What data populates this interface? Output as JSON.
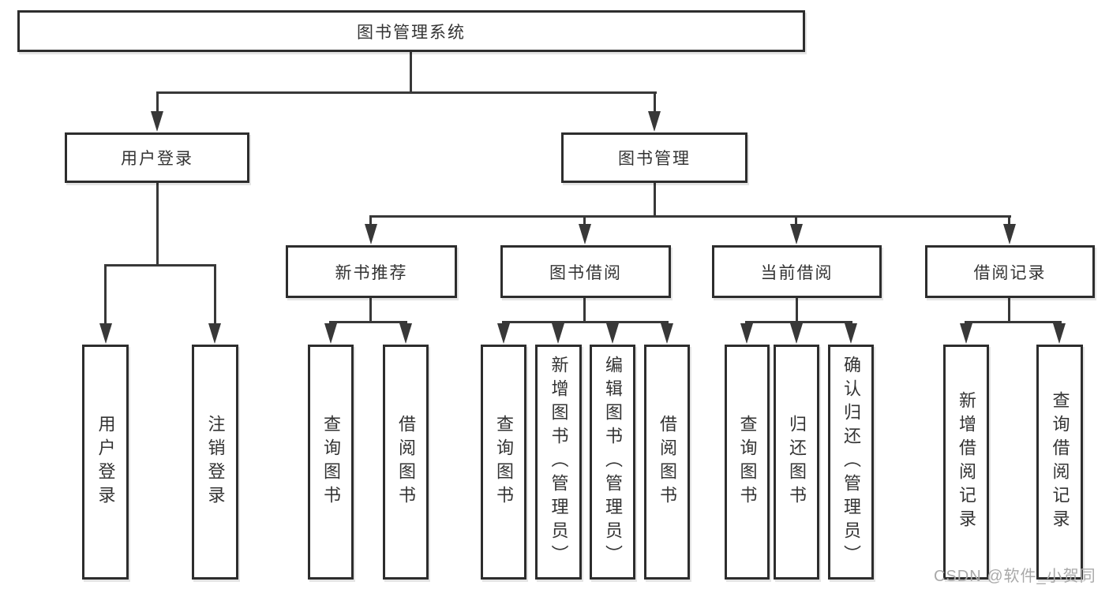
{
  "diagram": {
    "root": {
      "label": "图书管理系统"
    },
    "level2": [
      {
        "label": "用户登录"
      },
      {
        "label": "图书管理"
      }
    ],
    "level3": [
      {
        "label": "新书推荐"
      },
      {
        "label": "图书借阅"
      },
      {
        "label": "当前借阅"
      },
      {
        "label": "借阅记录"
      }
    ],
    "leaves": {
      "user_login": [
        {
          "label": "用户登录"
        },
        {
          "label": "注销登录"
        }
      ],
      "new_rec": [
        {
          "label": "查询图书"
        },
        {
          "label": "借阅图书"
        }
      ],
      "book_borrow": [
        {
          "label": "查询图书"
        },
        {
          "label": "新增图书（管理员）"
        },
        {
          "label": "编辑图书（管理员）"
        },
        {
          "label": "借阅图书"
        }
      ],
      "cur_borrow": [
        {
          "label": "查询图书"
        },
        {
          "label": "归还图书"
        },
        {
          "label": "确认归还（管理员）"
        }
      ],
      "borrow_rec": [
        {
          "label": "新增借阅记录"
        },
        {
          "label": "查询借阅记录"
        }
      ]
    }
  },
  "watermark": {
    "text": "CSDN @软件_小贺同学"
  },
  "colors": {
    "line": "#383838",
    "border": "#2d2d2d",
    "background": "#ffffff",
    "text": "#333333",
    "watermark": "#a9a9a9"
  }
}
